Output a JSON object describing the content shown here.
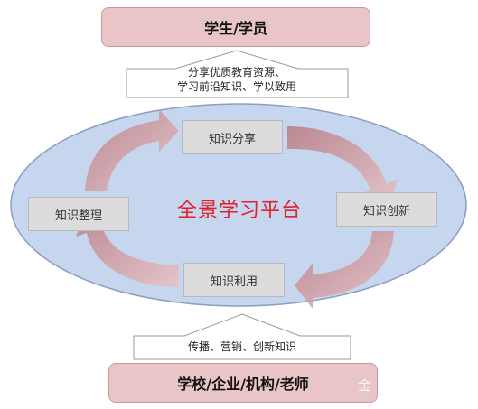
{
  "top_box": {
    "label": "学生/学员"
  },
  "top_arrow": {
    "line1": "分享优质教育资源、",
    "line2": "学习前沿知识、学以致用"
  },
  "center": {
    "label": "全景学习平台"
  },
  "nodes": {
    "share": "知识分享",
    "organize": "知识整理",
    "innovate": "知识创新",
    "use": "知识利用"
  },
  "bottom_arrow": {
    "label": "传播、营销、创新知识"
  },
  "bottom_box": {
    "label": "学校/企业/机构/老师"
  },
  "watermark": {
    "label": "金"
  },
  "colors": {
    "ellipse_fill": "#c6d6ee",
    "ellipse_stroke": "#8a9ec0",
    "box_fill": "#e9c5c8",
    "cycle_arrow": "#c98f97",
    "center_text": "#e0202a",
    "node_fill": "#dcdcdc"
  }
}
